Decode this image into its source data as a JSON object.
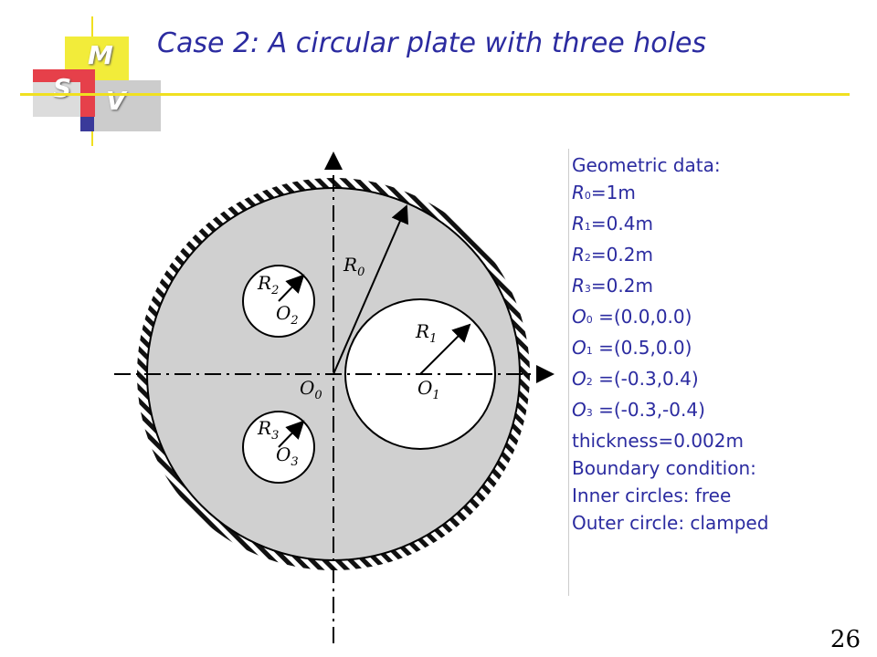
{
  "logo": {
    "m": "M",
    "s": "S",
    "v": "V"
  },
  "title": {
    "prefix": "Case 2",
    "rest": ": A circular plate with three holes"
  },
  "diagram": {
    "labels": {
      "r0": "R",
      "r0_sub": "0",
      "r1": "R",
      "r1_sub": "1",
      "r2": "R",
      "r2_sub": "2",
      "r3": "R",
      "r3_sub": "3",
      "o0": "O",
      "o0_sub": "0",
      "o1": "O",
      "o1_sub": "1",
      "o2": "O",
      "o2_sub": "2",
      "o3": "O",
      "o3_sub": "3"
    }
  },
  "info": {
    "heading": "Geometric data:",
    "rows": [
      {
        "var": "R",
        "sub": "0",
        "rest": "=1m"
      },
      {
        "var": "R",
        "sub": "1",
        "rest": "=0.4m"
      },
      {
        "var": "R",
        "sub": "2",
        "rest": "=0.2m"
      },
      {
        "var": "R",
        "sub": "3",
        "rest": "=0.2m"
      },
      {
        "var": "O",
        "sub": "0",
        "rest": " =(0.0,0.0)"
      },
      {
        "var": "O",
        "sub": "1",
        "rest": " =(0.5,0.0)"
      },
      {
        "var": "O",
        "sub": "2",
        "rest": " =(-0.3,0.4)"
      },
      {
        "var": "O",
        "sub": "3",
        "rest": " =(-0.3,-0.4)"
      }
    ],
    "thickness": "thickness=0.002m",
    "boundary": "Boundary condition:",
    "inner": "Inner circles: free",
    "outer": "Outer circle: clamped"
  },
  "page_number": "26",
  "colors": {
    "text": "#2b2ba0",
    "plate": "#d0d0d0",
    "accent": "#f0e020"
  }
}
